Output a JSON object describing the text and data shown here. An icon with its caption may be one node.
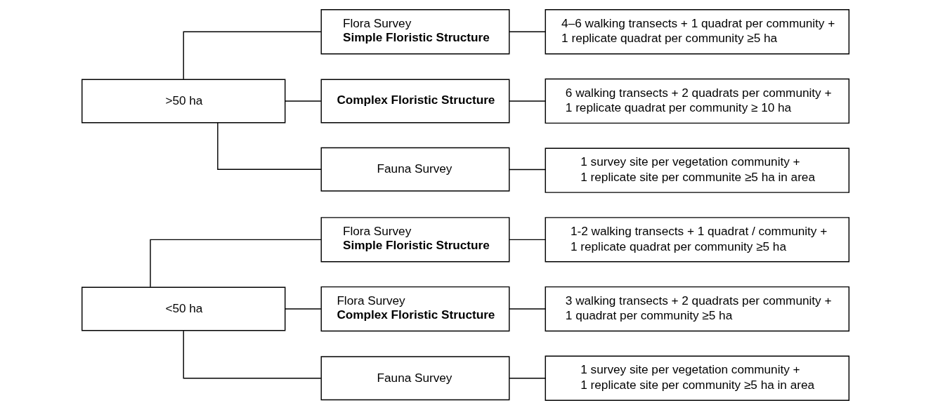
{
  "diagram": {
    "nodes": [
      {
        "text": [
          "<50 ha"
        ]
      },
      {
        "text": [
          "Flora Survey",
          "Simple Floristic Structure"
        ]
      },
      {
        "text": [
          "1-2 walking transects + 1 quadrat / community + 1 replicate quadrat per community ≥5 ha"
        ]
      },
      {
        "text": [
          "Flora Survey",
          "Complex Floristic Structure"
        ]
      },
      {
        "text": [
          "3 walking transects + 2 quadrats per community + 1 quadrat per community ≥5 ha"
        ]
      },
      {
        "text": [
          "Fauna Survey"
        ]
      },
      {
        "text": [
          "1 survey site per vegetation community + 1 replicate site per community ≥5 ha in area"
        ]
      },
      {
        "text": [
          ">50 ha"
        ]
      },
      {
        "text": [
          "Flora Survey",
          "Simple Floristic Structure"
        ]
      },
      {
        "text": [
          "4–6 walking transects + 1 quadrat per community + 1 replicate quadrat per community ≥5 ha"
        ]
      },
      {
        "text": [
          "Complex Floristic Structure"
        ]
      },
      {
        "text": [
          "6 walking transects + 2 quadrats per community + 1 replicate quadrat per community ≥ 10 ha"
        ]
      },
      {
        "text": [
          "Fauna Survey"
        ]
      },
      {
        "text": [
          "1 survey site per vegetation community + 1 replicate site per communite ≥5 ha in area"
        ]
      }
    ],
    "edges": [
      {
        "from": 0,
        "to": 1,
        "arrow": "none"
      },
      {
        "from": 0,
        "to": 3,
        "arrow": "none"
      },
      {
        "from": 0,
        "to": 5,
        "arrow": "none"
      },
      {
        "from": 1,
        "to": 2,
        "arrow": "none"
      },
      {
        "from": 3,
        "to": 4,
        "arrow": "none"
      },
      {
        "from": 5,
        "to": 6,
        "arrow": "none"
      },
      {
        "from": 7,
        "to": 8,
        "arrow": "none"
      },
      {
        "from": 7,
        "to": 10,
        "arrow": "none"
      },
      {
        "from": 7,
        "to": 12,
        "arrow": "none"
      },
      {
        "from": 8,
        "to": 9,
        "arrow": "none"
      },
      {
        "from": 10,
        "to": 11,
        "arrow": "none"
      },
      {
        "from": 12,
        "to": 13,
        "arrow": "none"
      }
    ]
  }
}
